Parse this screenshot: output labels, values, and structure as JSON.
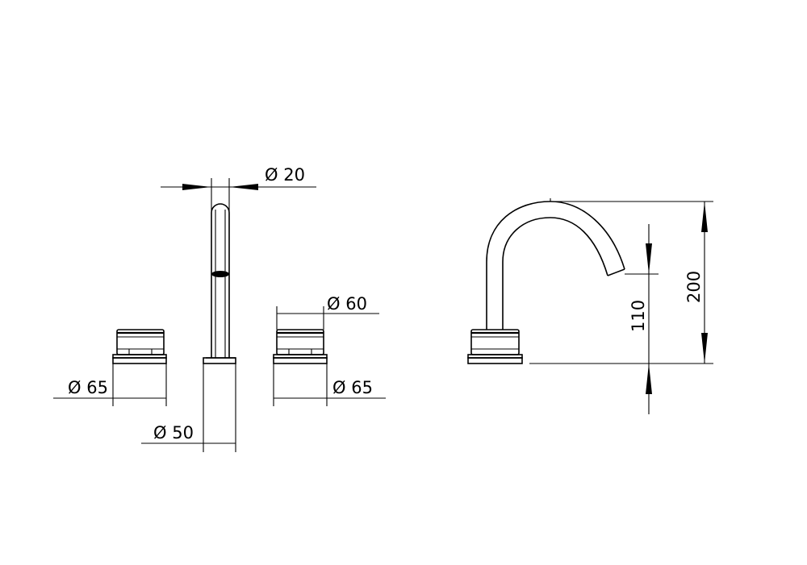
{
  "dimensions": {
    "spout_diameter": "Ø 20",
    "handle_top_diameter": "Ø 60",
    "left_base_diameter": "Ø 65",
    "right_base_diameter": "Ø 65",
    "spout_base_diameter": "Ø 50",
    "overall_height": "200",
    "outlet_height": "110"
  }
}
